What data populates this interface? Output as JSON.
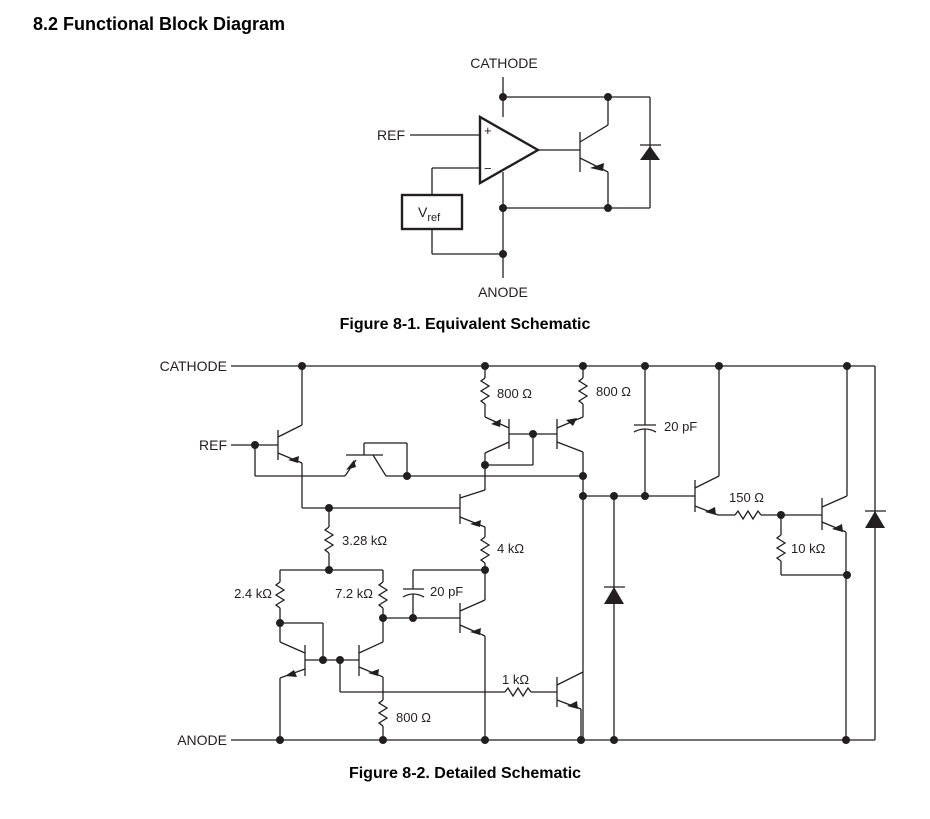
{
  "section": {
    "title": "8.2 Functional Block Diagram"
  },
  "figure1": {
    "caption": "Figure 8-1. Equivalent Schematic",
    "labels": {
      "cathode": "CATHODE",
      "anode": "ANODE",
      "ref": "REF",
      "plus": "+",
      "minus": "−",
      "vref_main": "V",
      "vref_sub": "ref"
    }
  },
  "figure2": {
    "caption": "Figure 8-2. Detailed Schematic",
    "labels": {
      "cathode": "CATHODE",
      "anode": "ANODE",
      "ref": "REF"
    },
    "components": {
      "r_800_left": "800 Ω",
      "r_800_right": "800 Ω",
      "c_20pf_top": "20 pF",
      "r_3_28k": "3.28 kΩ",
      "r_4k": "4 kΩ",
      "r_2_4k": "2.4 kΩ",
      "r_7_2k": "7.2 kΩ",
      "c_20pf_bottom": "20 pF",
      "r_1k": "1 kΩ",
      "r_800_bottom": "800 Ω",
      "r_150": "150 Ω",
      "r_10k": "10 kΩ"
    }
  }
}
